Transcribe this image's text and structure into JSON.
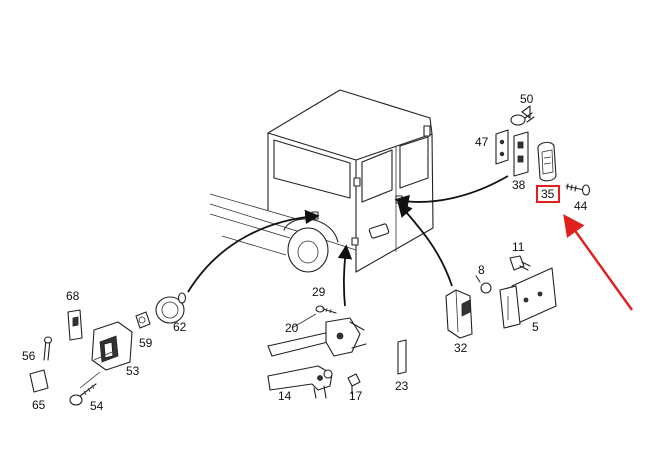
{
  "labels": {
    "p50": "50",
    "p47": "47",
    "p38": "38",
    "p35": "35",
    "p44": "44",
    "p11": "11",
    "p8": "8",
    "p5": "5",
    "p32": "32",
    "p29": "29",
    "p20": "20",
    "p23": "23",
    "p14": "14",
    "p17": "17",
    "p68": "68",
    "p62": "62",
    "p59": "59",
    "p56": "56",
    "p53": "53",
    "p65": "65",
    "p54": "54"
  },
  "highlight": {
    "part": "35",
    "color": "#e0201c"
  }
}
